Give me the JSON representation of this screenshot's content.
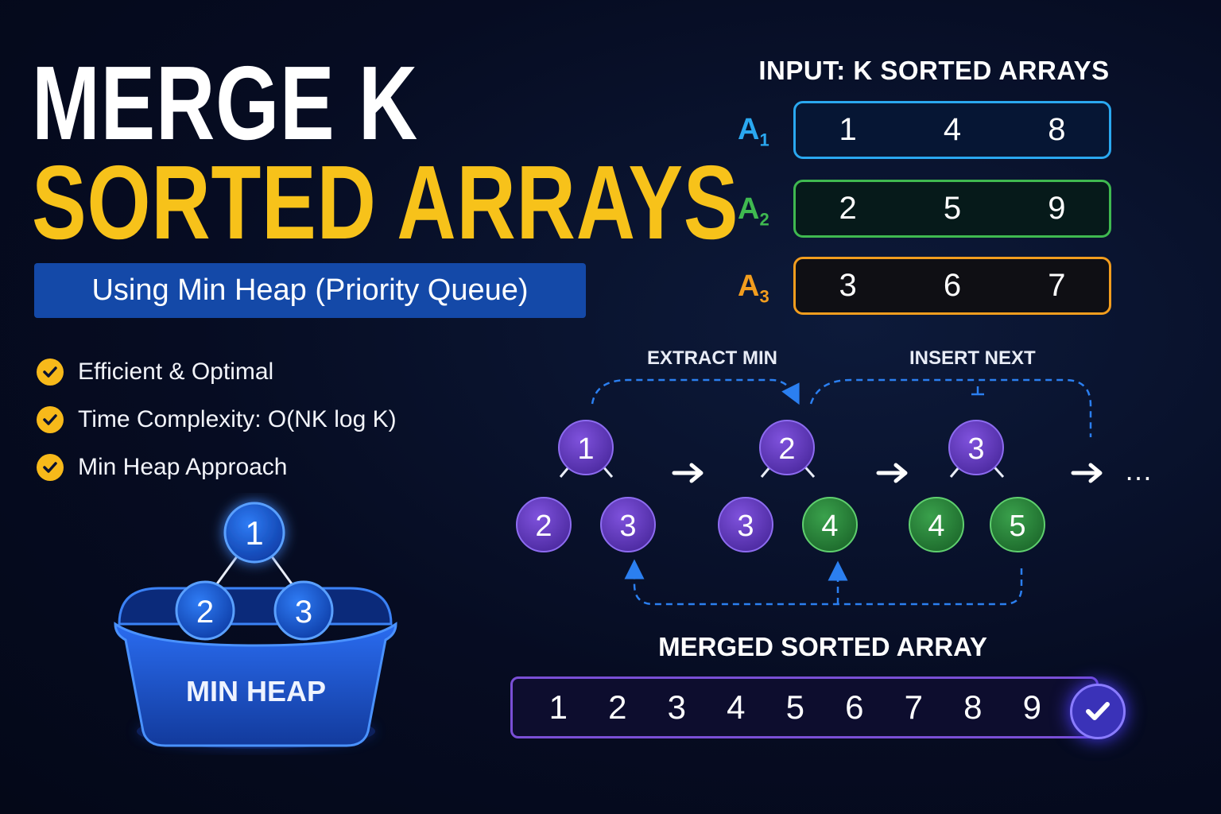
{
  "title_line1": "MERGE K",
  "title_line2": "SORTED ARRAYS",
  "subtitle": "Using Min Heap (Priority Queue)",
  "features": [
    "Efficient & Optimal",
    "Time Complexity: O(NK log K)",
    "Min Heap Approach"
  ],
  "input": {
    "title": "INPUT: K SORTED ARRAYS",
    "arrays": [
      {
        "label": "A",
        "sub": "1",
        "values": [
          "1",
          "4",
          "8"
        ],
        "color": "#2aa8f0"
      },
      {
        "label": "A",
        "sub": "2",
        "values": [
          "2",
          "5",
          "9"
        ],
        "color": "#3fb950"
      },
      {
        "label": "A",
        "sub": "3",
        "values": [
          "3",
          "6",
          "7"
        ],
        "color": "#f29d1e"
      }
    ]
  },
  "heap_illustration": {
    "root": "1",
    "left": "2",
    "right": "3",
    "label": "MIN HEAP"
  },
  "steps": {
    "extract_label": "EXTRACT MIN",
    "insert_label": "INSERT NEXT",
    "trees": [
      {
        "root": "1",
        "left": "2",
        "right": "3"
      },
      {
        "root": "2",
        "left": "3",
        "right": "4"
      },
      {
        "root": "3",
        "left": "4",
        "right": "5"
      }
    ],
    "ellipsis": "…"
  },
  "merged": {
    "title": "MERGED SORTED ARRAY",
    "values": [
      "1",
      "2",
      "3",
      "4",
      "5",
      "6",
      "7",
      "8",
      "9"
    ]
  },
  "colors": {
    "purple_node": "#6a3fc4",
    "green_node": "#2e8b3e",
    "blue_node": "#1a5fd0",
    "accent_yellow": "#f7c21a"
  }
}
